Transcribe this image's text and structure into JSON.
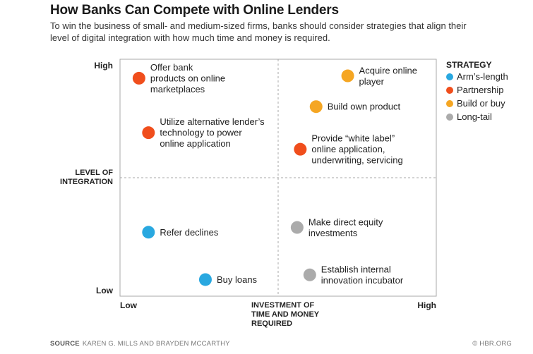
{
  "header": {
    "title": "How Banks Can Compete with Online Lenders",
    "subtitle": "To win the business of small- and medium-sized firms, banks should consider strategies that align their level of digital integration with how much time and money is required."
  },
  "footer": {
    "source_label": "SOURCE",
    "source_text": "KAREN G. MILLS AND BRAYDEN MCCARTHY",
    "credit": "© HBR.ORG"
  },
  "colors": {
    "arms_length": "#29a8e0",
    "partnership": "#f04e1c",
    "build_or_buy": "#f5a623",
    "long_tail": "#ababab",
    "frame": "#a9a9a9",
    "text": "#222222"
  },
  "chart_data": {
    "type": "scatter",
    "title": "How Banks Can Compete with Online Lenders",
    "xlabel": [
      "INVESTMENT OF",
      "TIME AND MONEY",
      "REQUIRED"
    ],
    "ylabel": [
      "LEVEL OF",
      "INTEGRATION"
    ],
    "x_ticks": [
      "Low",
      "High"
    ],
    "y_ticks": [
      "Low",
      "High"
    ],
    "xlim": [
      0,
      1
    ],
    "ylim": [
      0,
      1
    ],
    "grid": "center dashed lines (quadrants)",
    "legend": {
      "title": "STRATEGY",
      "placement": "right",
      "entries": [
        {
          "name": "Arm’s-length",
          "key": "arms_length"
        },
        {
          "name": "Partnership",
          "key": "partnership"
        },
        {
          "name": "Build or buy",
          "key": "build_or_buy"
        },
        {
          "name": "Long-tail",
          "key": "long_tail"
        }
      ]
    },
    "points": [
      {
        "x": 0.06,
        "y": 0.92,
        "category": "partnership",
        "label": [
          "Offer bank",
          "products on online",
          "marketplaces"
        ]
      },
      {
        "x": 0.09,
        "y": 0.69,
        "category": "partnership",
        "label": [
          "Utilize alternative lender’s",
          "technology to power",
          "online application"
        ]
      },
      {
        "x": 0.72,
        "y": 0.93,
        "category": "build_or_buy",
        "label": [
          "Acquire online",
          "player"
        ]
      },
      {
        "x": 0.62,
        "y": 0.8,
        "category": "build_or_buy",
        "label": [
          "Build own product"
        ]
      },
      {
        "x": 0.57,
        "y": 0.62,
        "category": "partnership",
        "label": [
          "Provide “white label”",
          "online application,",
          "underwriting, servicing"
        ]
      },
      {
        "x": 0.09,
        "y": 0.27,
        "category": "arms_length",
        "label": [
          "Refer declines"
        ]
      },
      {
        "x": 0.27,
        "y": 0.07,
        "category": "arms_length",
        "label": [
          "Buy loans"
        ]
      },
      {
        "x": 0.56,
        "y": 0.29,
        "category": "long_tail",
        "label": [
          "Make direct equity",
          "investments"
        ]
      },
      {
        "x": 0.6,
        "y": 0.09,
        "category": "long_tail",
        "label": [
          "Establish internal",
          "innovation incubator"
        ]
      }
    ]
  }
}
